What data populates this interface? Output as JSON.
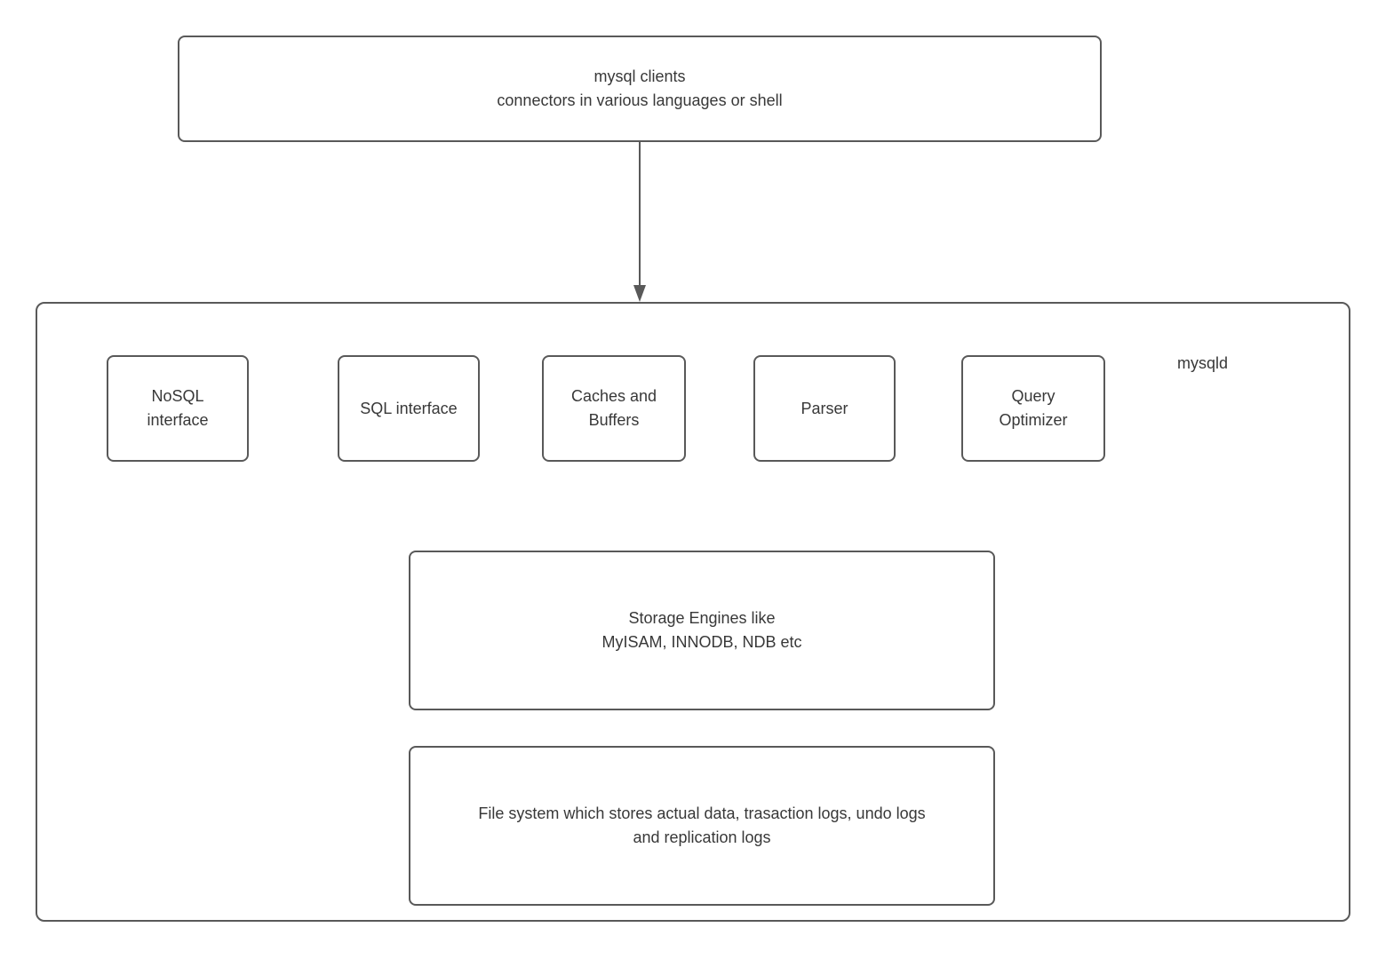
{
  "colors": {
    "border": "#595959",
    "text": "#383838",
    "background": "#ffffff",
    "arrow": "#595959"
  },
  "nodes": {
    "clients": {
      "label": "mysql clients\nconnectors in various languages or shell"
    },
    "mysqld_label": "mysqld",
    "interfaces": [
      {
        "label": "NoSQL\ninterface"
      },
      {
        "label": "SQL interface"
      },
      {
        "label": "Caches and\nBuffers"
      },
      {
        "label": "Parser"
      },
      {
        "label": "Query\nOptimizer"
      }
    ],
    "storage_engines": {
      "label": "Storage Engines like\nMyISAM, INNODB, NDB etc"
    },
    "file_system": {
      "label": "File system which stores actual data, trasaction logs, undo logs\nand replication logs"
    }
  },
  "connections": [
    {
      "from": "mysql-clients",
      "to": "mysqld-container",
      "direction": "down"
    }
  ]
}
